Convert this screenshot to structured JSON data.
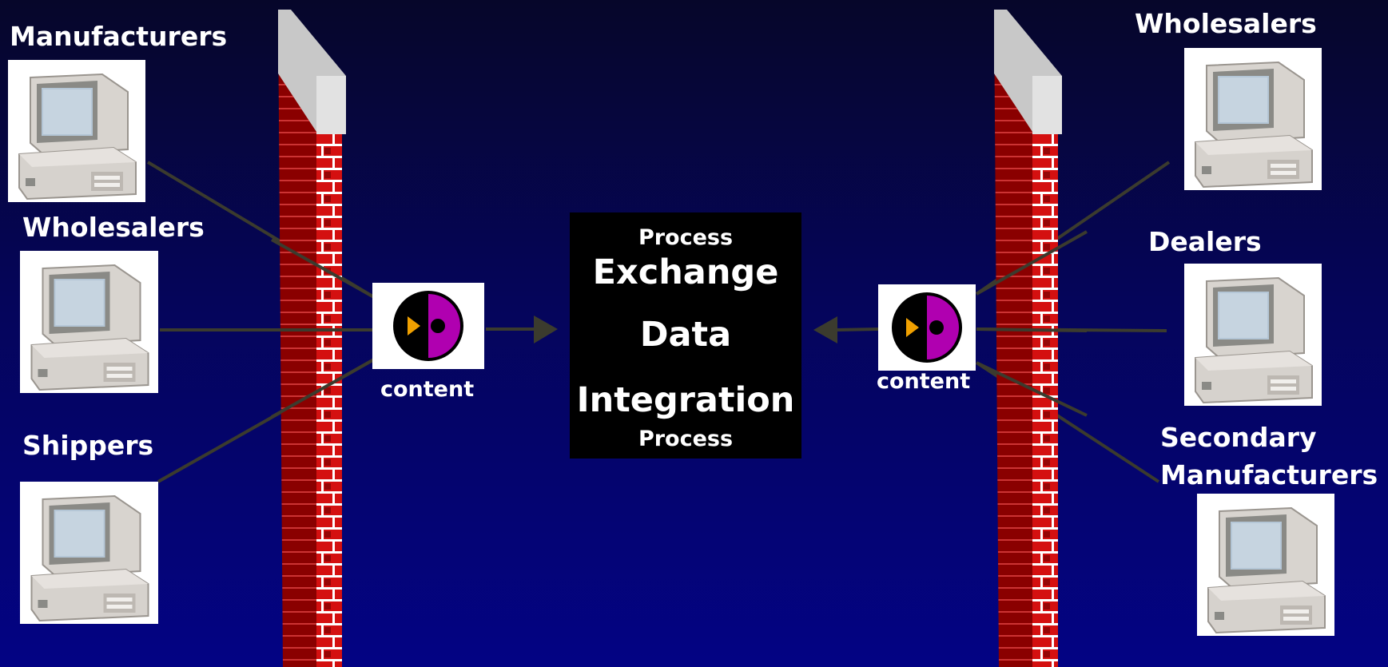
{
  "left_nodes": [
    {
      "label": "Manufacturers"
    },
    {
      "label": "Wholesalers"
    },
    {
      "label": "Shippers"
    }
  ],
  "right_nodes": [
    {
      "label": "Wholesalers"
    },
    {
      "label": "Dealers"
    },
    {
      "label": "Secondary\nManufacturers"
    }
  ],
  "connectors": {
    "left_label": "content",
    "right_label": "content"
  },
  "hub": {
    "top": "Process",
    "line1": "Exchange",
    "line2": "Data",
    "line3": "Integration",
    "bottom": "Process"
  },
  "colors": {
    "background_top": "#06062a",
    "background_bottom": "#030384",
    "brick": "#e01010",
    "brick_dark": "#5a0000",
    "mortar": "#ffffff",
    "wall_cap": "#cfcfcf",
    "line": "#3a3a2c",
    "logo_magenta": "#b000b0",
    "logo_orange": "#f0a000"
  },
  "icons": [
    "computer-icon",
    "firewall-icon",
    "content-logo-icon"
  ]
}
